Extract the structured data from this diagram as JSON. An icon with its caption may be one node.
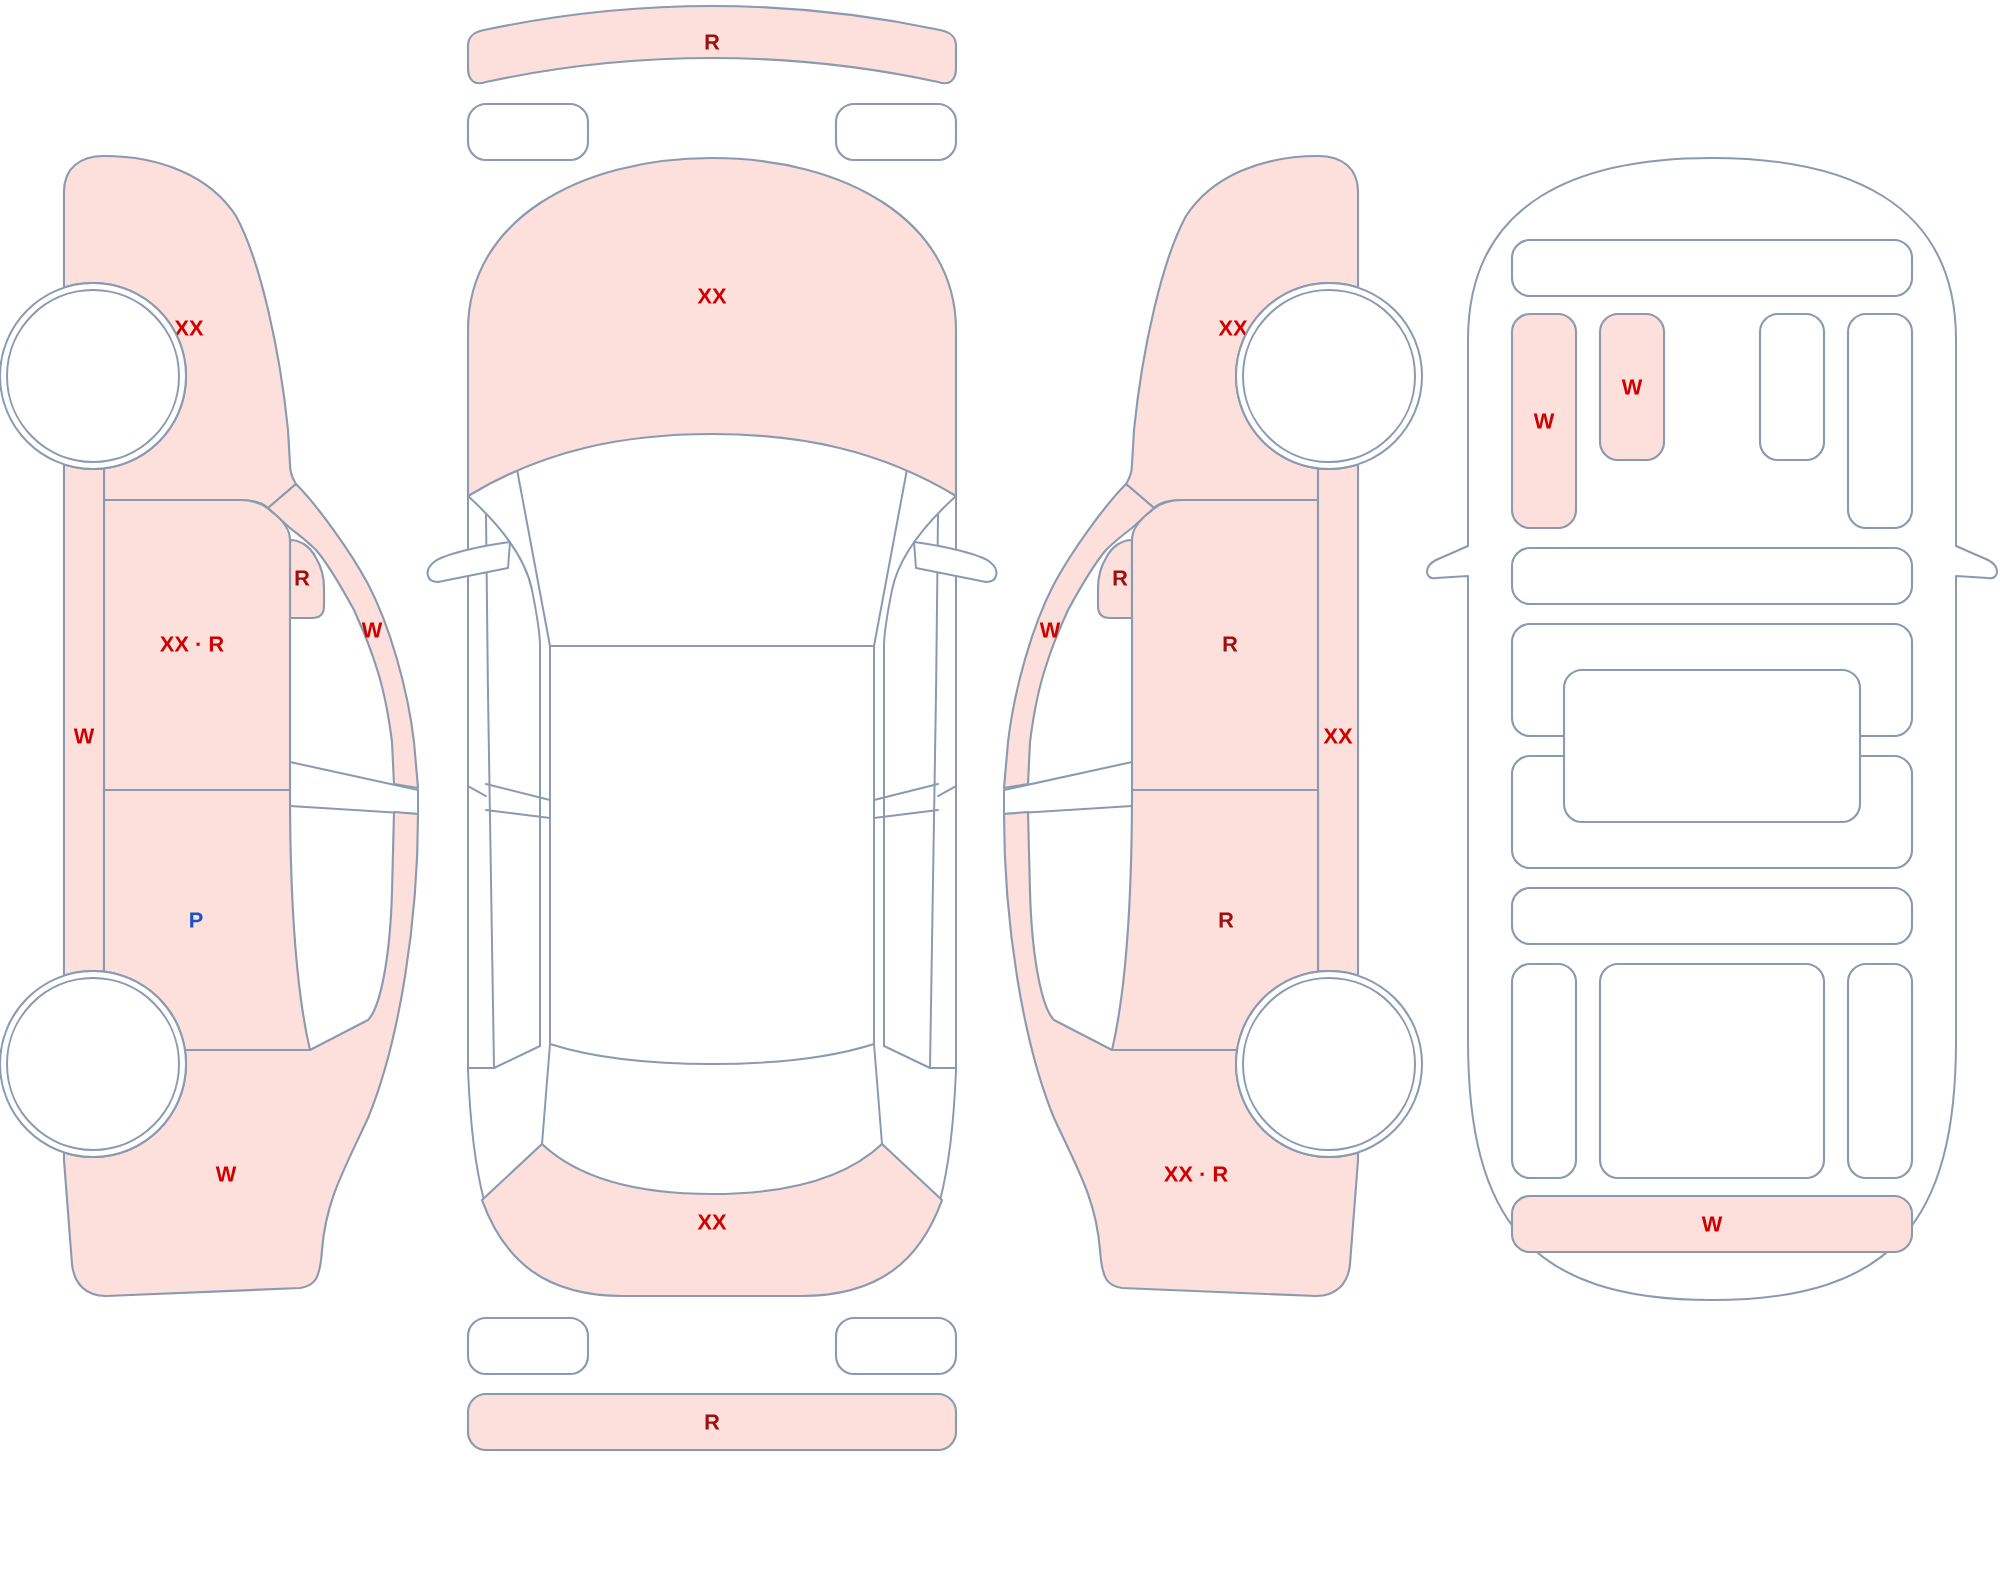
{
  "diagram": {
    "nodes": [
      {
        "text": [
          "XX"
        ]
      },
      {
        "text": [
          "R"
        ]
      },
      {
        "text": [
          "W"
        ]
      },
      {
        "text": [
          "XX · R"
        ]
      },
      {
        "text": [
          "W"
        ]
      },
      {
        "text": [
          "P"
        ]
      },
      {
        "text": [
          "W"
        ]
      },
      {
        "text": [
          "R"
        ]
      },
      {
        "text": [],
        "shape": "box"
      },
      {
        "text": [],
        "shape": "box"
      },
      {
        "text": [
          "XX"
        ]
      },
      {
        "text": [
          "XX"
        ]
      },
      {
        "text": [],
        "shape": "box"
      },
      {
        "text": [],
        "shape": "box"
      },
      {
        "text": [
          "R"
        ]
      },
      {
        "text": [
          "XX"
        ]
      },
      {
        "text": [
          "R"
        ]
      },
      {
        "text": [
          "W"
        ]
      },
      {
        "text": [
          "R"
        ]
      },
      {
        "text": [
          "XX"
        ]
      },
      {
        "text": [
          "R"
        ]
      },
      {
        "text": [
          "XX · R"
        ]
      },
      {
        "text": [],
        "shape": "box"
      },
      {
        "text": [
          "W"
        ]
      },
      {
        "text": [
          "W"
        ]
      },
      {
        "text": [],
        "shape": "box"
      },
      {
        "text": [],
        "shape": "box"
      },
      {
        "text": [],
        "shape": "box"
      },
      {
        "text": [],
        "shape": "box"
      },
      {
        "text": [],
        "shape": "box"
      },
      {
        "text": [],
        "shape": "box"
      },
      {
        "text": [],
        "shape": "box"
      },
      {
        "text": [],
        "shape": "box"
      },
      {
        "text": [],
        "shape": "box"
      },
      {
        "text": [],
        "shape": "box"
      },
      {
        "text": [
          "W"
        ]
      }
    ]
  }
}
